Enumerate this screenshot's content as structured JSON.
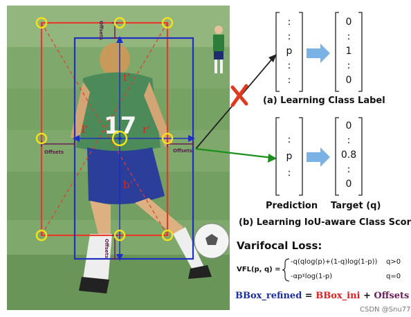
{
  "colors": {
    "initial_box": "#e43b2b",
    "refined_box": "#1f2fc0",
    "keypoint": "#f2e21c",
    "offset_bracket": "#6b1c5a",
    "bbox_refined_text": "#1b2fa0",
    "bbox_ini_text": "#e02020",
    "offsets_text": "#6b1c5a",
    "arrow_fill": "#7ab2e6",
    "cross": "#e03a1f",
    "green_arrow": "#1a8f1a"
  },
  "image_labels": {
    "t": "t'",
    "l": "l'",
    "r": "r'",
    "b": "b'",
    "offsets_left": "Offsets",
    "offsets_right": "Offsets",
    "offsets_top": "Offsets",
    "offsets_bottom": "Offsets"
  },
  "panel_a": {
    "pred_vector": [
      ":",
      ":",
      "p",
      ":",
      ":"
    ],
    "label_vector": [
      "0",
      ":",
      "1",
      ":",
      "0"
    ],
    "caption": "(a) Learning Class Label"
  },
  "panel_b": {
    "pred_vector": [
      ":",
      "p",
      ":"
    ],
    "target_vector": [
      "0",
      ":",
      "0.8",
      ":",
      "0"
    ],
    "prediction_label": "Prediction",
    "target_label": "Target (q)",
    "caption": "(b) Learning IoU-aware Class Score"
  },
  "loss": {
    "title": "Varifocal Loss:",
    "lhs": "VFL(p, q) =",
    "case1_expr": "-q(qlog(p)+(1-q)log(1-p))",
    "case1_cond": "q>0",
    "case2_expr": "-αpˠlog(1-p)",
    "case2_cond": "q=0"
  },
  "equation": {
    "refined": "BBox_refined",
    "equals": " = ",
    "initial": "BBox_ini",
    "plus": " + ",
    "offsets": "Offsets"
  },
  "watermark": "CSDN @Snu77"
}
